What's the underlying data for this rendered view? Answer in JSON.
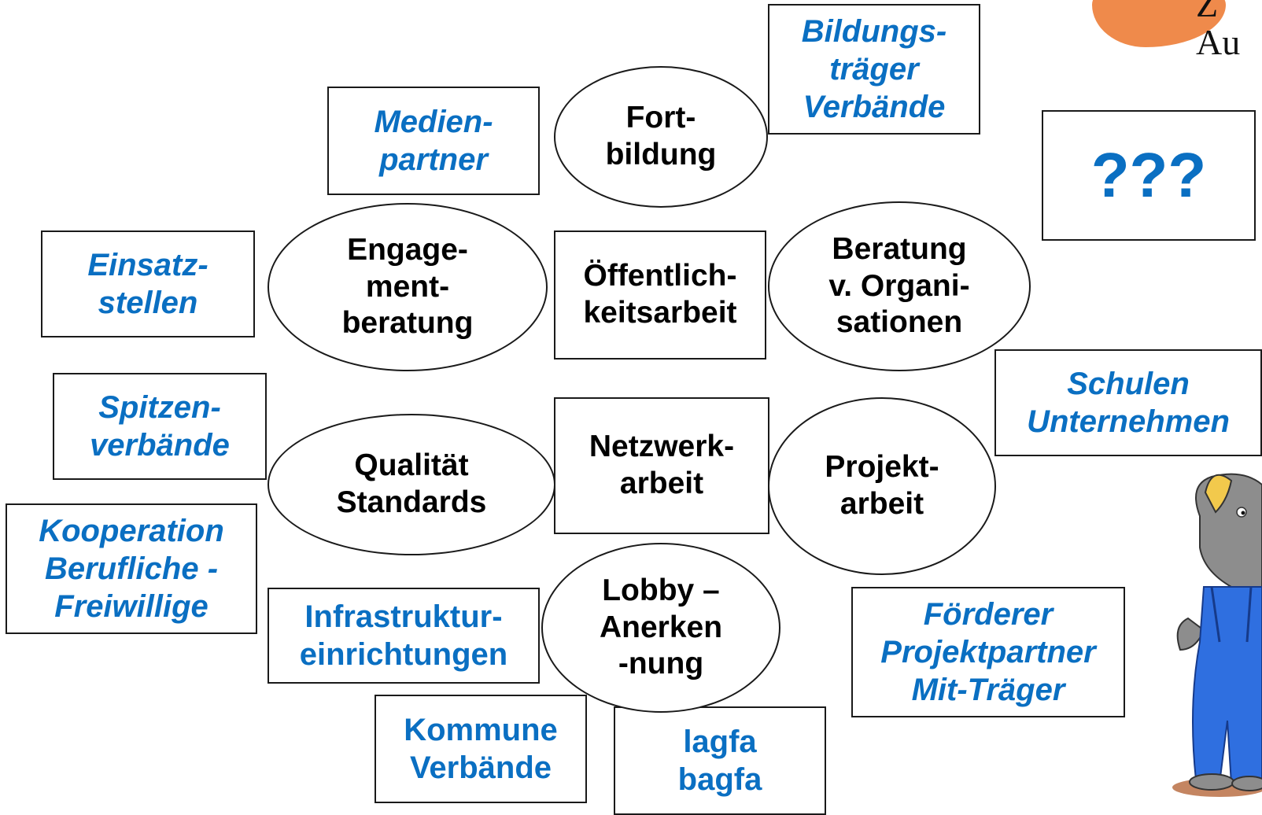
{
  "logo": {
    "line1": "Z",
    "line2": "Au"
  },
  "ellipses": {
    "fortbildung": [
      "Fort-",
      "bildung"
    ],
    "engagement": [
      "Engage-",
      "ment-",
      "beratung"
    ],
    "beratung_org": [
      "Beratung",
      "v. Organi-",
      "sationen"
    ],
    "qualitaet": [
      "Qualität",
      "Standards"
    ],
    "projekt": [
      "Projekt-",
      "arbeit"
    ],
    "lobby": [
      "Lobby –",
      "Anerken",
      "-nung"
    ]
  },
  "core_boxes": {
    "oeffentlichkeit": [
      "Öffentlich-",
      "keitsarbeit"
    ],
    "netzwerk": [
      "Netzwerk-",
      "arbeit"
    ]
  },
  "partner_boxes": {
    "medien": [
      "Medien-",
      "partner"
    ],
    "bildung": [
      "Bildungs-",
      "träger",
      "Verbände"
    ],
    "unknown": [
      "???"
    ],
    "einsatz": [
      "Einsatz-",
      "stellen"
    ],
    "schulen": [
      "Schulen",
      "Unternehmen"
    ],
    "spitzen": [
      "Spitzen-",
      "verbände"
    ],
    "kooperation": [
      "Kooperation",
      "Berufliche -",
      "Freiwillige"
    ],
    "infrastruktur": [
      "Infrastruktur-",
      "einrichtungen"
    ],
    "foerderer": [
      "Förderer",
      "Projektpartner",
      "Mit-Träger"
    ],
    "kommune": [
      "Kommune",
      "Verbände"
    ],
    "lagfa": [
      "lagfa",
      "bagfa"
    ]
  },
  "colors": {
    "partner_text": "#0a6fc2",
    "core_text": "#000000",
    "logo_orange": "#ef8a4b"
  },
  "decorations": {
    "mascot_icon": "rhino-mascot-icon"
  }
}
